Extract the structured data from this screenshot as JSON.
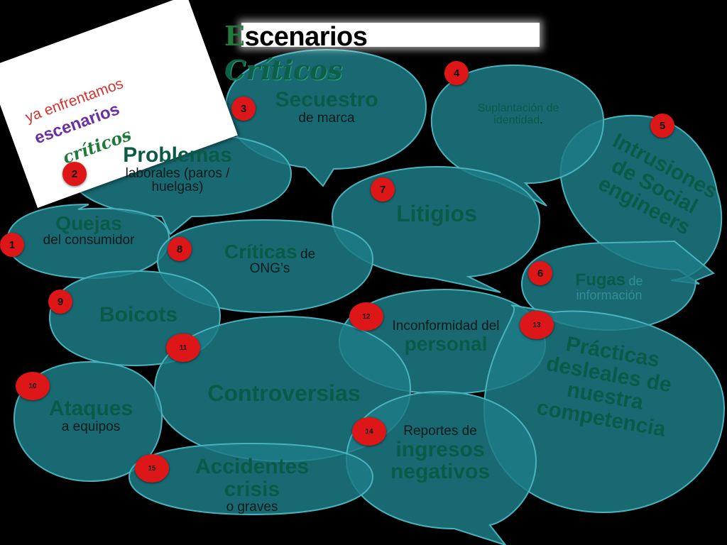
{
  "card": {
    "line1": "ya enfrentamos",
    "line2": "escenarios",
    "line3": "críticos"
  },
  "title": {
    "cap": "E",
    "rest": "scenarios",
    "line2": "Críticos"
  },
  "bubbles": [
    {
      "n": "1",
      "big": "Quejas",
      "small": "del consumidor"
    },
    {
      "n": "2",
      "big": "Problemas",
      "small": "laborales (paros / huelgas)"
    },
    {
      "n": "3",
      "big": "Secuestro",
      "small": "de marca"
    },
    {
      "n": "4",
      "big": "Suplantación de identidad",
      "small": "."
    },
    {
      "n": "5",
      "big": "Intrusiones de Social engineers",
      "small": ""
    },
    {
      "n": "6",
      "big": "Fugas",
      "small": "de información"
    },
    {
      "n": "7",
      "big": "Litigios",
      "small": ""
    },
    {
      "n": "8",
      "big": "Críticas",
      "small": "de ONG’s"
    },
    {
      "n": "9",
      "big": "Boicots",
      "small": ""
    },
    {
      "n": "10",
      "big": "Ataques",
      "small": "a equipos"
    },
    {
      "n": "11",
      "big": "Controversias",
      "small": ""
    },
    {
      "n": "12",
      "big": "personal",
      "small": "Inconformidad del"
    },
    {
      "n": "13",
      "big": "Prácticas desleales de nuestra competencia",
      "small": ""
    },
    {
      "n": "14",
      "big": "ingresos negativos",
      "small": "Reportes de"
    },
    {
      "n": "15",
      "big": "Accidentes crisis",
      "small": "o graves"
    }
  ],
  "colors": {
    "bubble": "#1d7b86",
    "bubble_stroke": "#49b3bd",
    "badge": "#dd1717",
    "background": "#000000"
  }
}
